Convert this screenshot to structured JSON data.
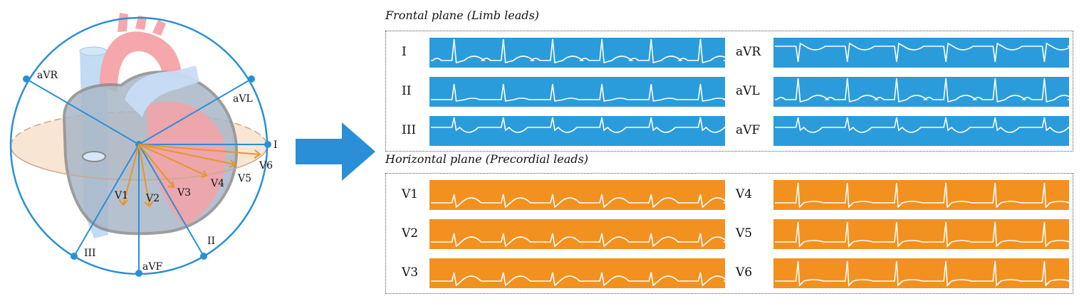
{
  "left_diagram": {
    "limb_labels": {
      "aVR": "aVR",
      "aVL": "aVL",
      "I": "I",
      "II": "II",
      "III": "III",
      "aVF": "aVF"
    },
    "precordial_labels": {
      "V1": "V1",
      "V2": "V2",
      "V3": "V3",
      "V4": "V4",
      "V5": "V5",
      "V6": "V6"
    }
  },
  "colors": {
    "limb": "#2b9cdb",
    "precordial": "#f29120",
    "axis": "#2a8fd6",
    "arrow": "#2a8fd6",
    "precordial_vector": "#e8952a",
    "trace": "#ffffff"
  },
  "frontal": {
    "title": "Frontal plane (Limb leads)",
    "leads": [
      {
        "label": "I",
        "type": "upright"
      },
      {
        "label": "II",
        "type": "upright_small"
      },
      {
        "label": "III",
        "type": "inverted"
      },
      {
        "label": "aVR",
        "type": "avr"
      },
      {
        "label": "aVL",
        "type": "upright"
      },
      {
        "label": "aVF",
        "type": "inverted"
      }
    ]
  },
  "horizontal": {
    "title": "Horizontal plane (Precordial leads)",
    "leads": [
      {
        "label": "V1",
        "type": "v_early"
      },
      {
        "label": "V2",
        "type": "v_early"
      },
      {
        "label": "V3",
        "type": "v_early"
      },
      {
        "label": "V4",
        "type": "v_late"
      },
      {
        "label": "V5",
        "type": "v_late"
      },
      {
        "label": "V6",
        "type": "v_late"
      }
    ]
  }
}
